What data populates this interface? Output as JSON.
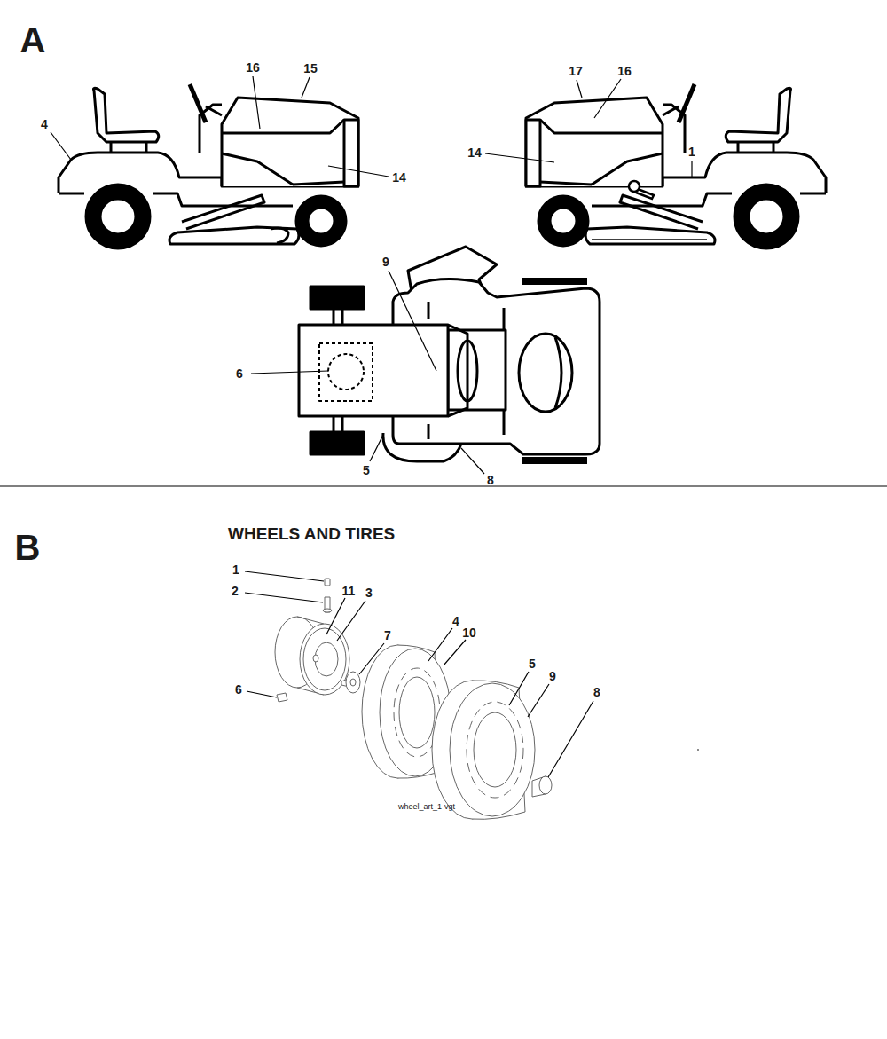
{
  "diagram": {
    "labels": [
      "A",
      "16",
      "15",
      "4",
      "14",
      "17",
      "16",
      "14",
      "1",
      "9",
      "6",
      "5",
      "8",
      "B",
      "WHEELS AND TIRES",
      "1",
      "2",
      "11",
      "3",
      "4",
      "10",
      "7",
      "6",
      "5",
      "9",
      "8",
      "wheel_art_1-vgt"
    ]
  }
}
